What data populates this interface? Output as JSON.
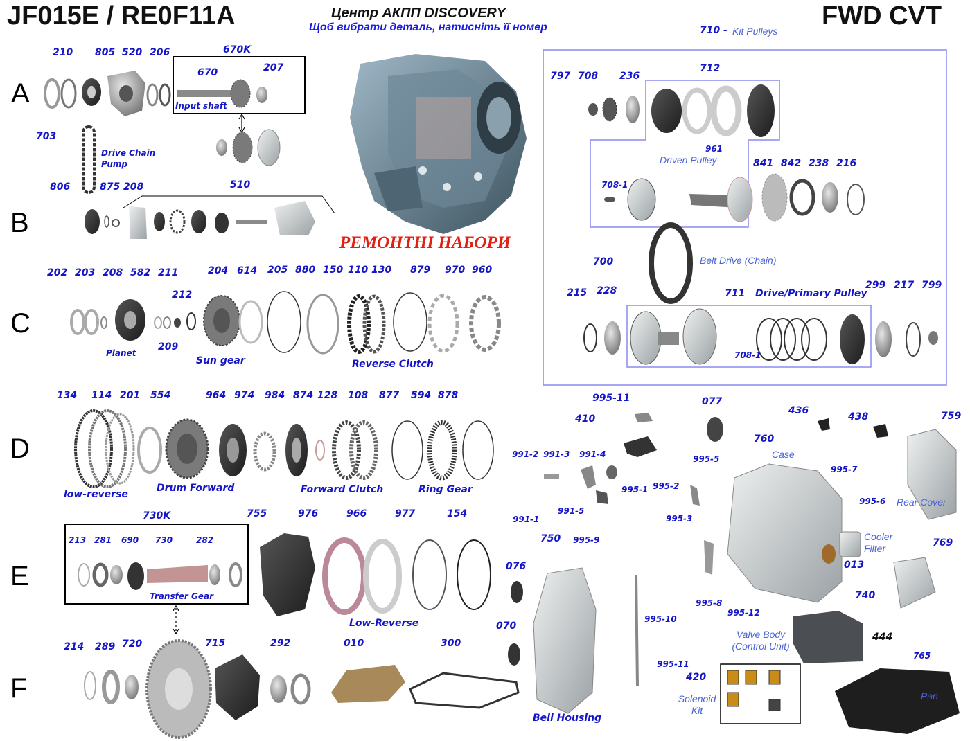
{
  "header": {
    "model": "JF015E / RE0F11A",
    "center_title": "Центр АКПП DISCOVERY",
    "instruction": "Щоб вибрати деталь, натисніть її номер",
    "type": "FWD CVT"
  },
  "banner": "РЕМОНТНІ НАБОРИ",
  "rows": [
    "A",
    "B",
    "C",
    "D",
    "E",
    "F"
  ],
  "parts": [
    {
      "n": "210"
    },
    {
      "n": "805"
    },
    {
      "n": "520"
    },
    {
      "n": "206"
    },
    {
      "n": "670K"
    },
    {
      "n": "670"
    },
    {
      "n": "207"
    },
    {
      "n": "703"
    },
    {
      "n": "806"
    },
    {
      "n": "875"
    },
    {
      "n": "208"
    },
    {
      "n": "510"
    },
    {
      "n": "202"
    },
    {
      "n": "203"
    },
    {
      "n": "208"
    },
    {
      "n": "582"
    },
    {
      "n": "211"
    },
    {
      "n": "212"
    },
    {
      "n": "209"
    },
    {
      "n": "204"
    },
    {
      "n": "614"
    },
    {
      "n": "205"
    },
    {
      "n": "880"
    },
    {
      "n": "150"
    },
    {
      "n": "110"
    },
    {
      "n": "130"
    },
    {
      "n": "879"
    },
    {
      "n": "970"
    },
    {
      "n": "960"
    },
    {
      "n": "134"
    },
    {
      "n": "114"
    },
    {
      "n": "201"
    },
    {
      "n": "554"
    },
    {
      "n": "964"
    },
    {
      "n": "974"
    },
    {
      "n": "984"
    },
    {
      "n": "874"
    },
    {
      "n": "128"
    },
    {
      "n": "108"
    },
    {
      "n": "877"
    },
    {
      "n": "594"
    },
    {
      "n": "878"
    },
    {
      "n": "730K"
    },
    {
      "n": "213"
    },
    {
      "n": "281"
    },
    {
      "n": "690"
    },
    {
      "n": "730"
    },
    {
      "n": "282"
    },
    {
      "n": "755"
    },
    {
      "n": "976"
    },
    {
      "n": "966"
    },
    {
      "n": "977"
    },
    {
      "n": "154"
    },
    {
      "n": "214"
    },
    {
      "n": "289"
    },
    {
      "n": "720"
    },
    {
      "n": "715"
    },
    {
      "n": "292"
    },
    {
      "n": "010"
    },
    {
      "n": "300"
    },
    {
      "n": "710 -"
    },
    {
      "n": "797"
    },
    {
      "n": "708"
    },
    {
      "n": "236"
    },
    {
      "n": "712"
    },
    {
      "n": "961"
    },
    {
      "n": "708-1"
    },
    {
      "n": "841"
    },
    {
      "n": "842"
    },
    {
      "n": "238"
    },
    {
      "n": "216"
    },
    {
      "n": "700"
    },
    {
      "n": "215"
    },
    {
      "n": "228"
    },
    {
      "n": "711"
    },
    {
      "n": "299"
    },
    {
      "n": "217"
    },
    {
      "n": "799"
    },
    {
      "n": "708-1"
    },
    {
      "n": "995-11"
    },
    {
      "n": "410"
    },
    {
      "n": "991-2"
    },
    {
      "n": "991-3"
    },
    {
      "n": "991-4"
    },
    {
      "n": "991-1"
    },
    {
      "n": "991-5"
    },
    {
      "n": "995-1"
    },
    {
      "n": "995-2"
    },
    {
      "n": "995-3"
    },
    {
      "n": "995-5"
    },
    {
      "n": "077"
    },
    {
      "n": "760"
    },
    {
      "n": "436"
    },
    {
      "n": "438"
    },
    {
      "n": "759"
    },
    {
      "n": "995-7"
    },
    {
      "n": "995-6"
    },
    {
      "n": "013"
    },
    {
      "n": "769"
    },
    {
      "n": "076"
    },
    {
      "n": "070"
    },
    {
      "n": "750"
    },
    {
      "n": "995-9"
    },
    {
      "n": "995-10"
    },
    {
      "n": "995-8"
    },
    {
      "n": "995-12"
    },
    {
      "n": "740"
    },
    {
      "n": "444"
    },
    {
      "n": "995-11"
    },
    {
      "n": "420"
    },
    {
      "n": "765"
    }
  ],
  "captions": [
    "Input shaft",
    "Drive Chain Pump",
    "Planet",
    "Sun gear",
    "Reverse Clutch",
    "low-reverse",
    "Drum Forward",
    "Forward Clutch",
    "Ring Gear",
    "Transfer Gear",
    "Low-Reverse",
    "Bell Housing",
    "Kit Pulleys",
    "Driven Pulley",
    "Belt Drive (Chain)",
    "Drive/Primary Pulley",
    "Case",
    "Rear Cover",
    "Cooler Filter",
    "Valve Body (Control Unit)",
    "Solenoid Kit",
    "Pan"
  ]
}
